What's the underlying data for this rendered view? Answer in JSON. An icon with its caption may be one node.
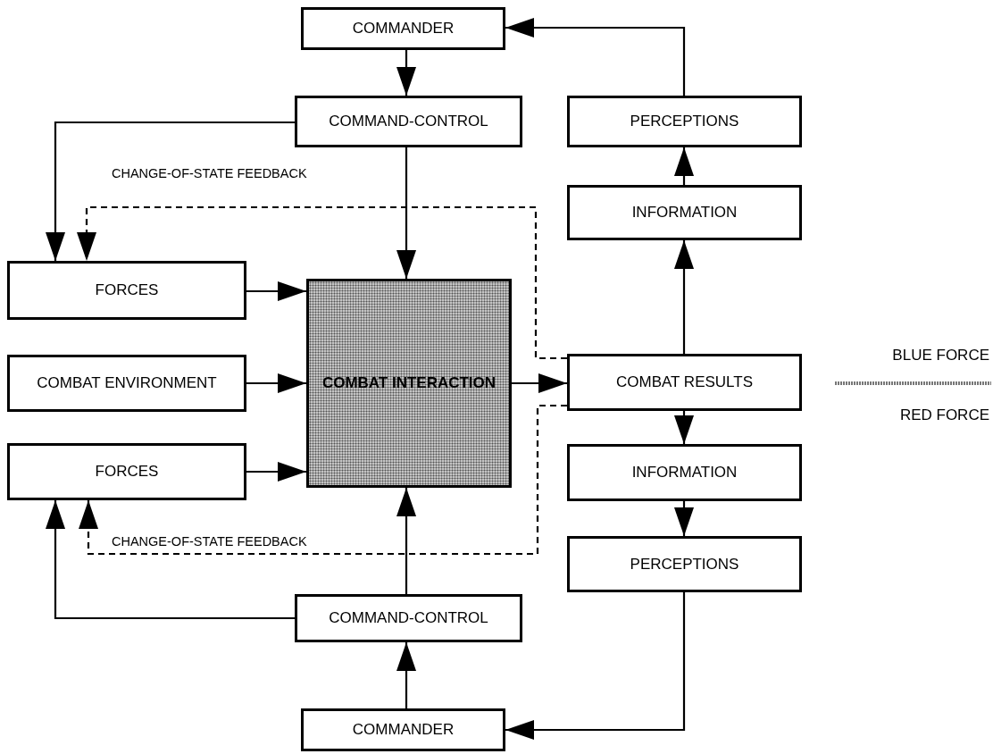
{
  "diagram": {
    "nodes": [
      {
        "text": [
          "COMMANDER"
        ]
      },
      {
        "text": [
          "COMMAND-CONTROL"
        ]
      },
      {
        "text": [
          "PERCEPTIONS"
        ]
      },
      {
        "text": [
          "INFORMATION"
        ]
      },
      {
        "text": [
          "FORCES"
        ]
      },
      {
        "text": [
          "COMBAT ENVIRONMENT"
        ]
      },
      {
        "text": [
          "COMBAT INTERACTION"
        ]
      },
      {
        "text": [
          "COMBAT RESULTS"
        ]
      },
      {
        "text": [
          "FORCES"
        ]
      },
      {
        "text": [
          "INFORMATION"
        ]
      },
      {
        "text": [
          "PERCEPTIONS"
        ]
      },
      {
        "text": [
          "COMMAND-CONTROL"
        ]
      },
      {
        "text": [
          "COMMANDER"
        ]
      }
    ],
    "edges": [
      {
        "from": 0,
        "to": 1,
        "arrow": "to"
      },
      {
        "from": 1,
        "to": 6,
        "arrow": "to"
      },
      {
        "from": 1,
        "to": 4,
        "arrow": "to"
      },
      {
        "from": 4,
        "to": 6,
        "arrow": "to"
      },
      {
        "from": 5,
        "to": 6,
        "arrow": "to"
      },
      {
        "from": 8,
        "to": 6,
        "arrow": "to"
      },
      {
        "from": 6,
        "to": 7,
        "arrow": "to"
      },
      {
        "from": 7,
        "to": 3,
        "arrow": "to"
      },
      {
        "from": 3,
        "to": 2,
        "arrow": "to"
      },
      {
        "from": 2,
        "to": 0,
        "arrow": "to"
      },
      {
        "from": 7,
        "to": 9,
        "arrow": "to"
      },
      {
        "from": 9,
        "to": 10,
        "arrow": "to"
      },
      {
        "from": 10,
        "to": 12,
        "arrow": "to"
      },
      {
        "from": 12,
        "to": 11,
        "arrow": "to"
      },
      {
        "from": 11,
        "to": 6,
        "arrow": "to"
      },
      {
        "from": 11,
        "to": 8,
        "arrow": "to"
      },
      {
        "from": 7,
        "to": 4,
        "arrow": "to",
        "style": "dashed",
        "label": "CHANGE-OF-STATE FEEDBACK"
      },
      {
        "from": 7,
        "to": 8,
        "arrow": "to",
        "style": "dashed",
        "label": "CHANGE-OF-STATE FEEDBACK"
      }
    ],
    "labels": [
      "BLUE FORCE",
      "RED FORCE"
    ]
  }
}
